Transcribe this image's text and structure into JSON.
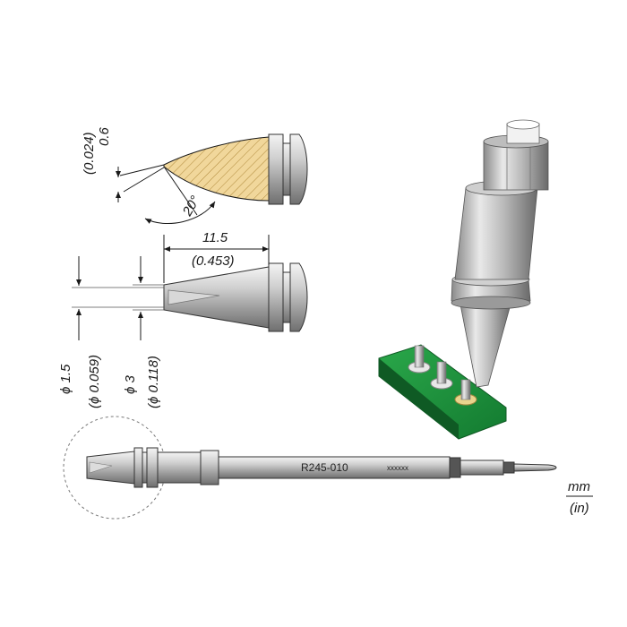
{
  "dimensions": {
    "tip_width_mm": "0.6",
    "tip_width_in": "(0.024)",
    "angle": "20°",
    "length_mm": "11.5",
    "length_in": "(0.453)",
    "inner_dia_mm": "ϕ 1.5",
    "inner_dia_in": "(ϕ 0.059)",
    "outer_dia_mm": "ϕ 3",
    "outer_dia_in": "(ϕ 0.118)"
  },
  "cartridge": {
    "model": "R245-010",
    "serial": "xxxxxx"
  },
  "units": {
    "primary": "mm",
    "secondary": "(in)"
  },
  "colors": {
    "steel_light": "#e6e6e6",
    "steel_mid": "#b4b4b4",
    "steel_dark": "#6e6e6e",
    "tin": "#f1d79b",
    "pcb": "#1e8a3a",
    "pcb_dark": "#0f5a24"
  }
}
